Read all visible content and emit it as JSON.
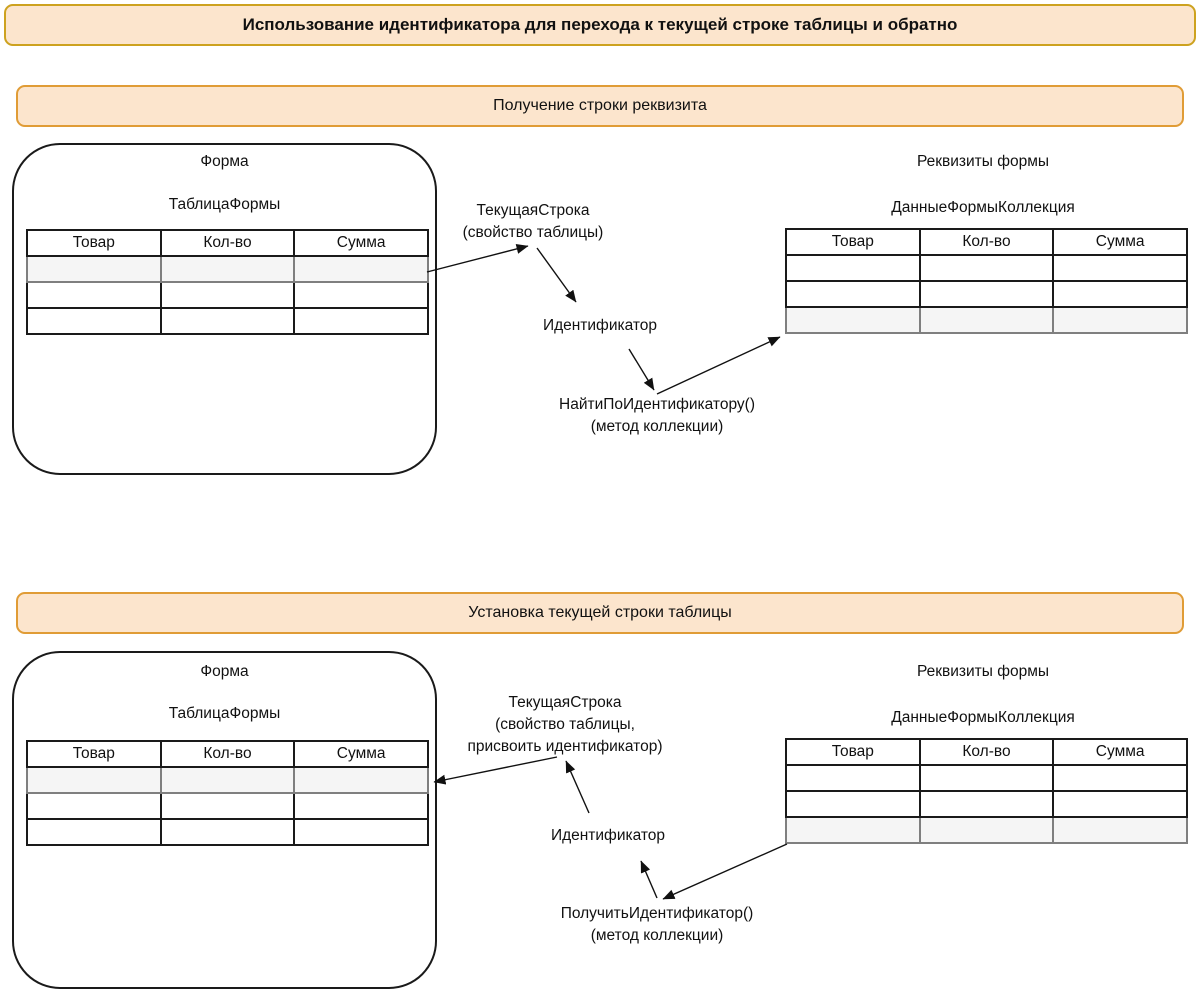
{
  "page_title": "Использование идентификатора для перехода к текущей строке таблицы и обратно",
  "colors": {
    "banner_fill": "#FCE5CD",
    "title_border": "#CDA21F",
    "section_border": "#E09C36",
    "shaded_row_fill": "#F5F5F5",
    "shaded_row_border": "#7F7F7F"
  },
  "table_headers": [
    "Товар",
    "Кол-во",
    "Сумма"
  ],
  "sections": [
    {
      "header": "Получение строки реквизита",
      "form": {
        "title": "Форма",
        "table_name": "ТаблицаФормы",
        "shaded_row": "первая строка"
      },
      "attributes": {
        "title": "Реквизиты формы",
        "collection_name": "ДанныеФормыКоллекция",
        "shaded_row": "третья строка"
      },
      "labels": {
        "current_row": "ТекущаяСтрока",
        "current_row_note": "(свойство таблицы)",
        "identifier": "Идентификатор",
        "method": "НайтиПоИдентификатору()",
        "method_note": "(метод коллекции)"
      }
    },
    {
      "header": "Установка текущей строки таблицы",
      "form": {
        "title": "Форма",
        "table_name": "ТаблицаФормы",
        "shaded_row": "первая строка"
      },
      "attributes": {
        "title": "Реквизиты формы",
        "collection_name": "ДанныеФормыКоллекция",
        "shaded_row": "третья строка"
      },
      "labels": {
        "current_row": "ТекущаяСтрока",
        "current_row_note": "(свойство таблицы,",
        "current_row_note2": "присвоить идентификатор)",
        "identifier": "Идентификатор",
        "method": "ПолучитьИдентификатор()",
        "method_note": "(метод коллекции)"
      }
    }
  ]
}
